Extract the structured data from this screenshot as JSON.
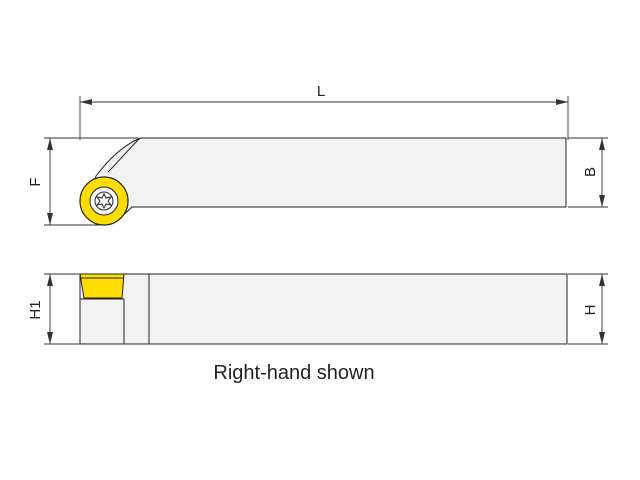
{
  "dimensions": {
    "length": "L",
    "flat_width": "F",
    "width": "B",
    "tip_height": "H1",
    "height": "H"
  },
  "caption": "Right-hand shown",
  "colors": {
    "insert": "#ffdd00",
    "body": "#f2f2f2",
    "outline": "#222222"
  },
  "icons": {
    "screw": "torx-screw-icon"
  }
}
